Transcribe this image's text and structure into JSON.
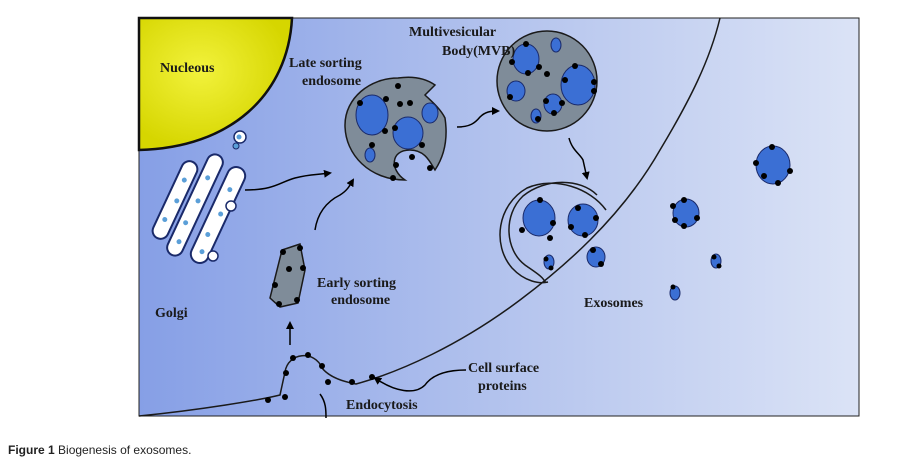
{
  "labels": {
    "nucleus": "Nucleous",
    "late_sorting_1": "Late sorting",
    "late_sorting_2": "endosome",
    "mvb_1": "Multivesicular",
    "mvb_2": "Body(MVB)",
    "golgi": "Golgi",
    "early_sorting_1": "Early sorting",
    "early_sorting_2": "endosome",
    "exosomes": "Exosomes",
    "cell_surface_1": "Cell surface",
    "cell_surface_2": "proteins",
    "endocytosis": "Endocytosis"
  },
  "caption": {
    "figure_label": "Figure 1",
    "text": "Biogenesis of exosomes."
  },
  "colors": {
    "cell_blue": "#7f9ee6",
    "nucleus_yellow": "#e6e60a",
    "endosome_gray": "#7f8c99",
    "vesicle_blue": "#3b6fd4",
    "protein_black": "#000000"
  }
}
